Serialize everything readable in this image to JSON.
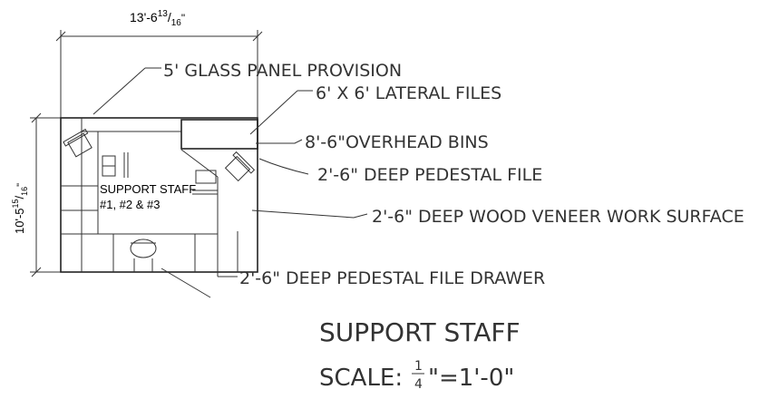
{
  "dimensions": {
    "width_main": "13'-6",
    "width_num": "13",
    "width_den": "16",
    "width_suffix": "\"",
    "height_main": "10'-5",
    "height_num": "15",
    "height_den": "16",
    "height_suffix": "\""
  },
  "callouts": {
    "glass_panel": "5' GLASS PANEL PROVISION",
    "lateral_files": "6' X 6'  LATERAL FILES",
    "overhead_bins": "8'-6\"OVERHEAD BINS",
    "pedestal_file": "2'-6\" DEEP PEDESTAL FILE",
    "work_surface": "2'-6\" DEEP WOOD VENEER WORK SURFACE",
    "file_drawer": "2'-6\" DEEP PEDESTAL FILE DRAWER"
  },
  "room_label": {
    "line1": "SUPPORT STAFF",
    "line2": "#1, #2 & #3"
  },
  "title": {
    "name": "SUPPORT STAFF",
    "scale_prefix": "SCALE: ",
    "scale_num": "1",
    "scale_den": "4",
    "scale_suffix": "\"=1'-0\""
  }
}
